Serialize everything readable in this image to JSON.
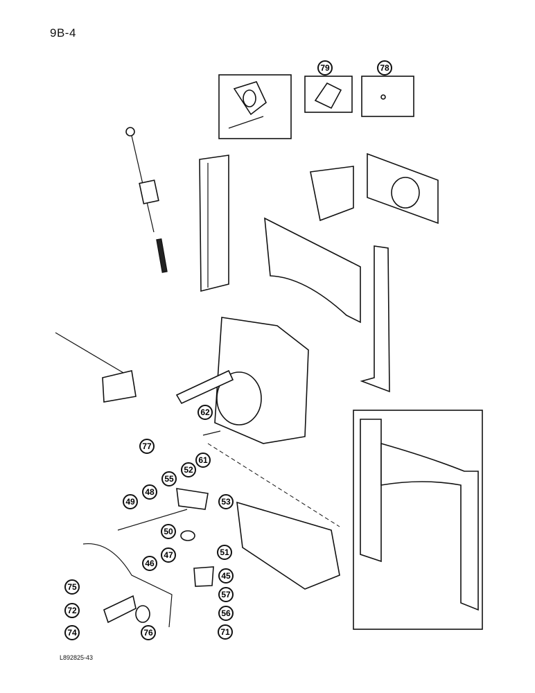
{
  "page": {
    "label": "9B-4",
    "figure_id": "L892825-43"
  },
  "callouts": [
    "79",
    "78",
    "62",
    "77",
    "61",
    "52",
    "55",
    "53",
    "49",
    "48",
    "50",
    "51",
    "47",
    "46",
    "45",
    "75",
    "57",
    "72",
    "56",
    "74",
    "76",
    "71"
  ]
}
